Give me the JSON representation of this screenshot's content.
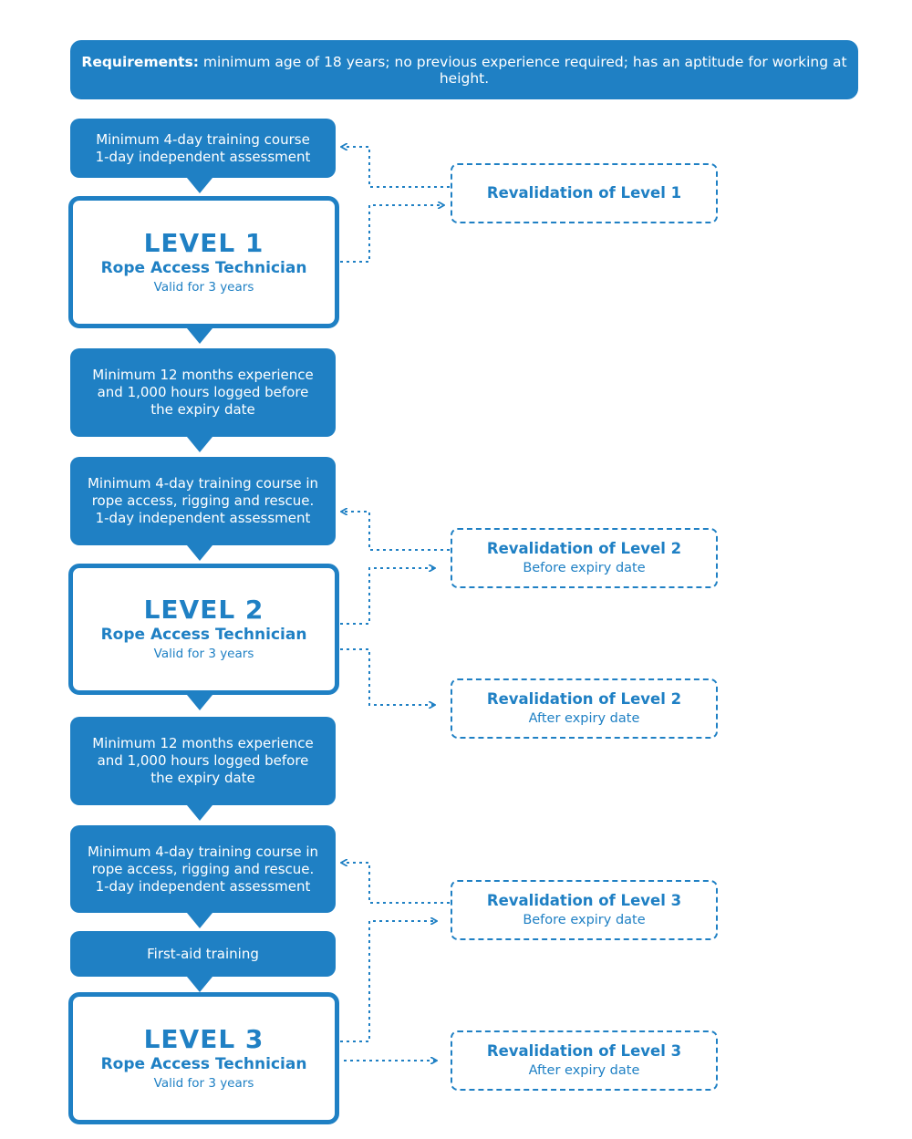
{
  "colors": {
    "primary": "#1f80c4",
    "background": "#ffffff"
  },
  "requirements": {
    "label": "Requirements:",
    "text": " minimum age of 18 years; no previous experience required; has an aptitude for working at height."
  },
  "steps": {
    "l1_training": [
      "Minimum 4-day training course",
      "1-day independent assessment"
    ],
    "l2_experience": [
      "Minimum 12 months experience",
      "and 1,000 hours logged before",
      "the expiry date"
    ],
    "l2_training": [
      "Minimum 4-day training course in",
      "rope access, rigging and rescue.",
      "1-day independent assessment"
    ],
    "l3_experience": [
      "Minimum 12 months experience",
      "and 1,000 hours logged before",
      "the expiry date"
    ],
    "l3_training": [
      "Minimum 4-day training course in",
      "rope access, rigging and rescue.",
      "1-day independent assessment"
    ],
    "first_aid": "First-aid training"
  },
  "levels": [
    {
      "title": "LEVEL 1",
      "subtitle": "Rope Access Technician",
      "validity": "Valid for 3 years"
    },
    {
      "title": "LEVEL 2",
      "subtitle": "Rope Access Technician",
      "validity": "Valid for 3 years"
    },
    {
      "title": "LEVEL 3",
      "subtitle": "Rope Access Technician",
      "validity": "Valid for 3 years"
    }
  ],
  "revalidations": [
    {
      "title": "Revalidation of Level 1",
      "note": ""
    },
    {
      "title": "Revalidation of Level 2",
      "note": "Before expiry date"
    },
    {
      "title": "Revalidation of Level 2",
      "note": "After expiry date"
    },
    {
      "title": "Revalidation of Level 3",
      "note": "Before expiry date"
    },
    {
      "title": "Revalidation of Level 3",
      "note": "After expiry date"
    }
  ]
}
